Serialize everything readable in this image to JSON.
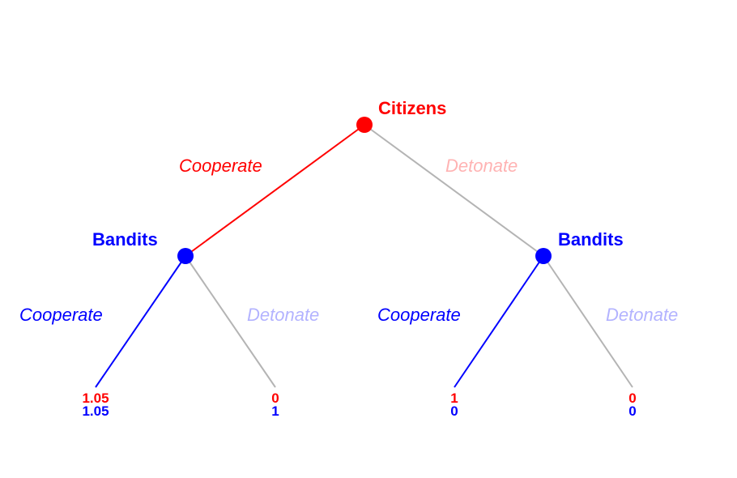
{
  "colors": {
    "citizens": "#ff0000",
    "bandits": "#0000ff",
    "citizens_faded": "#ffb3b3",
    "bandits_faded": "#b3b3ff",
    "inactive_edge": "#b4b4b4"
  },
  "root": {
    "player": "Citizens",
    "actions": [
      "Cooperate",
      "Detonate"
    ]
  },
  "left_node": {
    "player": "Bandits",
    "actions": [
      "Cooperate",
      "Detonate"
    ]
  },
  "right_node": {
    "player": "Bandits",
    "actions": [
      "Cooperate",
      "Detonate"
    ]
  },
  "payoffs": [
    {
      "citizens": "1.05",
      "bandits": "1.05"
    },
    {
      "citizens": "0",
      "bandits": "1"
    },
    {
      "citizens": "1",
      "bandits": "0"
    },
    {
      "citizens": "0",
      "bandits": "0"
    }
  ]
}
